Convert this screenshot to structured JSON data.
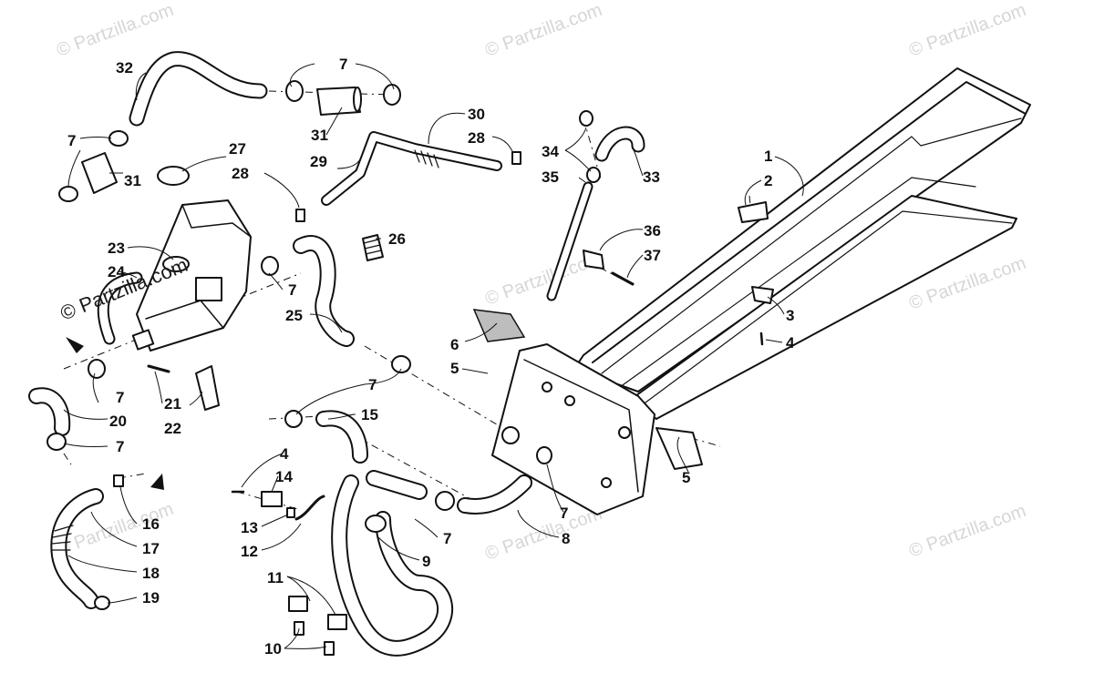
{
  "watermark": {
    "text": "© Partzilla.com",
    "large_text": "© Partzilla.com"
  },
  "callouts": [
    {
      "id": "c1",
      "label": "1"
    },
    {
      "id": "c2",
      "label": "2"
    },
    {
      "id": "c3",
      "label": "3"
    },
    {
      "id": "c4a",
      "label": "4"
    },
    {
      "id": "c4b",
      "label": "4"
    },
    {
      "id": "c5a",
      "label": "5"
    },
    {
      "id": "c5b",
      "label": "5"
    },
    {
      "id": "c6",
      "label": "6"
    },
    {
      "id": "c7a",
      "label": "7"
    },
    {
      "id": "c7b",
      "label": "7"
    },
    {
      "id": "c7c",
      "label": "7"
    },
    {
      "id": "c7d",
      "label": "7"
    },
    {
      "id": "c7e",
      "label": "7"
    },
    {
      "id": "c7f",
      "label": "7"
    },
    {
      "id": "c7g",
      "label": "7"
    },
    {
      "id": "c7h",
      "label": "7"
    },
    {
      "id": "c7i",
      "label": "7"
    },
    {
      "id": "c8",
      "label": "8"
    },
    {
      "id": "c9",
      "label": "9"
    },
    {
      "id": "c10",
      "label": "10"
    },
    {
      "id": "c11",
      "label": "11"
    },
    {
      "id": "c12",
      "label": "12"
    },
    {
      "id": "c13",
      "label": "13"
    },
    {
      "id": "c14",
      "label": "14"
    },
    {
      "id": "c15",
      "label": "15"
    },
    {
      "id": "c16",
      "label": "16"
    },
    {
      "id": "c17",
      "label": "17"
    },
    {
      "id": "c18",
      "label": "18"
    },
    {
      "id": "c19",
      "label": "19"
    },
    {
      "id": "c20",
      "label": "20"
    },
    {
      "id": "c21",
      "label": "21"
    },
    {
      "id": "c22",
      "label": "22"
    },
    {
      "id": "c23",
      "label": "23"
    },
    {
      "id": "c24",
      "label": "24"
    },
    {
      "id": "c25",
      "label": "25"
    },
    {
      "id": "c26",
      "label": "26"
    },
    {
      "id": "c27",
      "label": "27"
    },
    {
      "id": "c28a",
      "label": "28"
    },
    {
      "id": "c28b",
      "label": "28"
    },
    {
      "id": "c29",
      "label": "29"
    },
    {
      "id": "c30",
      "label": "30"
    },
    {
      "id": "c31a",
      "label": "31"
    },
    {
      "id": "c31b",
      "label": "31"
    },
    {
      "id": "c32",
      "label": "32"
    },
    {
      "id": "c33",
      "label": "33"
    },
    {
      "id": "c34",
      "label": "34"
    },
    {
      "id": "c35",
      "label": "35"
    },
    {
      "id": "c36",
      "label": "36"
    },
    {
      "id": "c37",
      "label": "37"
    }
  ]
}
